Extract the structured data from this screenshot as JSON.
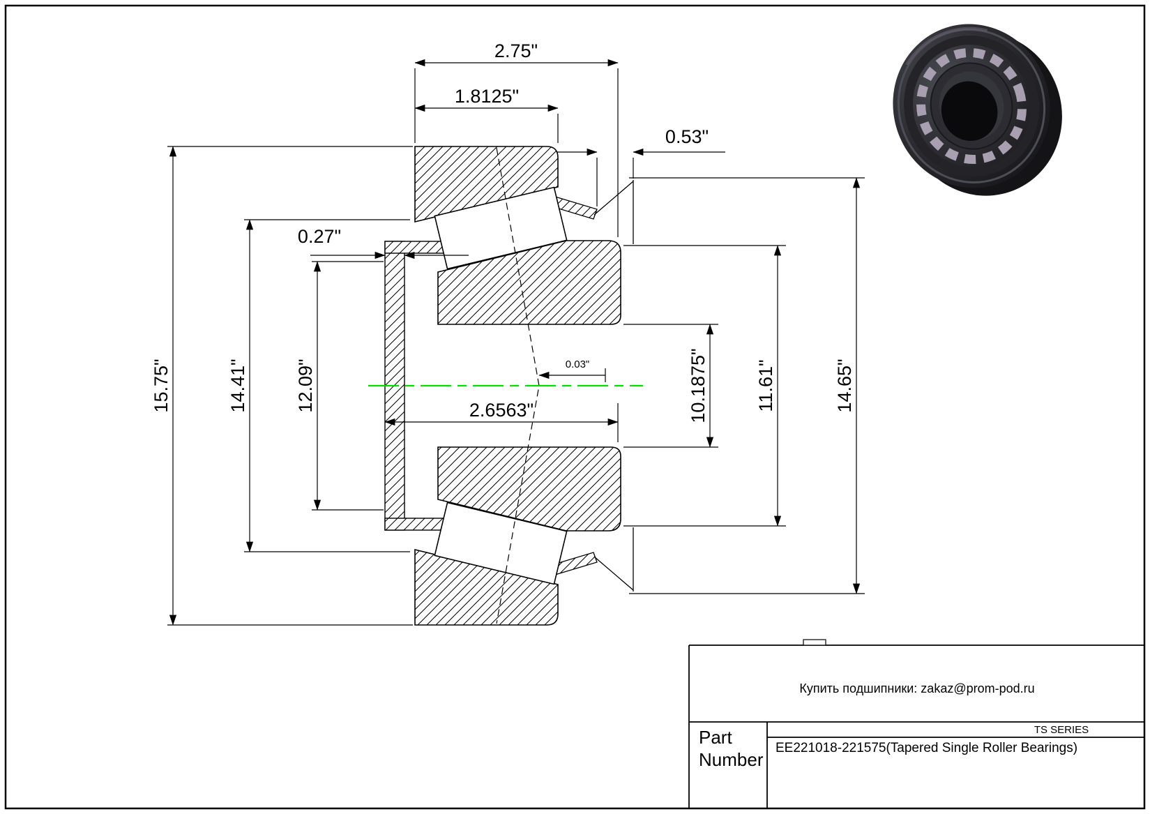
{
  "meta": {
    "background": "#ffffff",
    "line_color": "#000000",
    "centerline_color": "#00dd00"
  },
  "dimensions": {
    "top_width": "2.75\"",
    "cup_width": "1.8125\"",
    "right_offset": "0.53\"",
    "slinger_width": "0.27\"",
    "outer_diameter": "15.75\"",
    "flange_diameter": "14.41\"",
    "inner_flange_diameter": "12.09\"",
    "cone_width": "2.6563\"",
    "apex_offset": "0.03\"",
    "bore_diameter": "10.1875\"",
    "cone_od": "11.61\"",
    "cup_od": "14.65\""
  },
  "title_block": {
    "purchase_note": "Купить подшипники: zakaz@prom-pod.ru",
    "series_label": "TS SERIES",
    "part_label_line1": "Part",
    "part_label_line2": "Number",
    "part_number_value": "EE221018-221575(Tapered Single Roller Bearings)"
  }
}
